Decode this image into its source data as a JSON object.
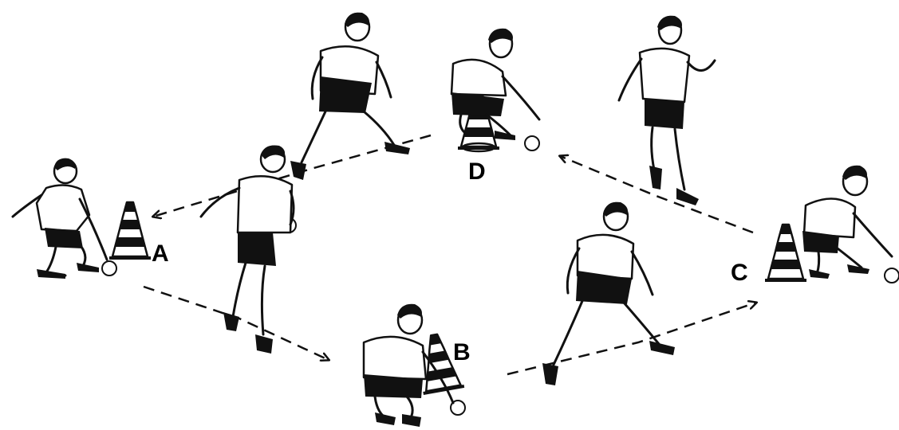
{
  "labels": {
    "a": "A",
    "b": "B",
    "c": "C",
    "d": "D"
  },
  "colors": {
    "ink": "#111111",
    "paper": "#ffffff",
    "shirt": "#ffffff",
    "shorts": "#111111",
    "hair": "#111111"
  },
  "icons": {
    "cone": "traffic-cone-icon",
    "ball": "ball-icon",
    "arrow": "dashed-arrow"
  }
}
